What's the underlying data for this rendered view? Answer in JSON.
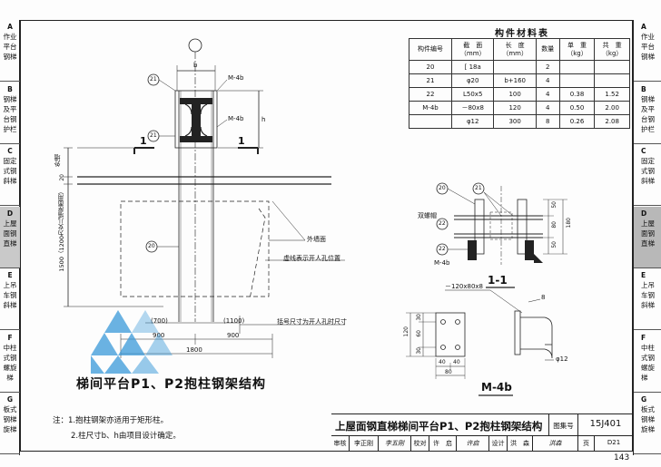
{
  "left_index": [
    {
      "letter": "A",
      "lines": [
        "作业",
        "平台",
        "钢梯"
      ]
    },
    {
      "letter": "B",
      "lines": [
        "钢梯",
        "及平",
        "台钢",
        "护栏"
      ]
    },
    {
      "letter": "C",
      "lines": [
        "固定",
        "式钢",
        "斜梯"
      ]
    },
    {
      "letter": "D",
      "lines": [
        "上屋",
        "面钢",
        "直梯"
      ]
    },
    {
      "letter": "E",
      "lines": [
        "上吊",
        "车钢",
        "斜梯"
      ]
    },
    {
      "letter": "F",
      "lines": [
        "中柱",
        "式钢",
        "螺旋",
        "梯"
      ]
    },
    {
      "letter": "G",
      "lines": [
        "板式",
        "钢梯",
        "旋梯"
      ]
    }
  ],
  "right_index": [
    {
      "letter": "A",
      "lines": [
        "作业",
        "平台",
        "钢梯"
      ]
    },
    {
      "letter": "B",
      "lines": [
        "钢梯",
        "及平",
        "台钢",
        "护栏"
      ]
    },
    {
      "letter": "C",
      "lines": [
        "固定",
        "式钢",
        "斜梯"
      ]
    },
    {
      "letter": "D",
      "lines": [
        "上屋",
        "面钢",
        "直梯"
      ]
    },
    {
      "letter": "E",
      "lines": [
        "上吊",
        "车钢",
        "斜梯"
      ]
    },
    {
      "letter": "F",
      "lines": [
        "中柱",
        "式钢",
        "螺旋",
        "梯"
      ]
    },
    {
      "letter": "G",
      "lines": [
        "板式",
        "钢梯",
        "旋梯"
      ]
    }
  ],
  "active_index_letter": "D",
  "materials": {
    "title": "构件材料表",
    "headers": [
      "构件编号",
      "截　面\n（mm）",
      "长　度\n（mm）",
      "数量",
      "单　重\n（kg）",
      "共　重\n（kg）"
    ],
    "rows": [
      [
        "20",
        "[ 18a",
        "",
        "2",
        "",
        ""
      ],
      [
        "21",
        "φ20",
        "b+160",
        "4",
        "",
        ""
      ],
      [
        "22",
        "L50x5",
        "100",
        "4",
        "0.38",
        "1.52"
      ],
      [
        "M-4b",
        "－80x8",
        "120",
        "4",
        "0.50",
        "2.00"
      ],
      [
        "",
        "φ12",
        "300",
        "8",
        "0.26",
        "2.08"
      ]
    ]
  },
  "elevation": {
    "callout_21a": "21",
    "callout_21b": "21",
    "callout_20": "20",
    "m4b_top": "M-4b",
    "m4b_mid": "M-4b",
    "dim_b": "b",
    "dim_h": "h",
    "section_mark_left": "1",
    "section_mark_right": "1",
    "outer_wall_top": "外墙",
    "dim_20": "20",
    "dim_1500": "1500（1200为女儿墙屋面用）",
    "outer_wall_face": "外墙面",
    "dashed_note": "虚线表示开人孔位置",
    "bracket_note": "括号尺寸为开人孔时尺寸",
    "dim_700": "(700)",
    "dim_1100": "(1100)",
    "dim_900_left": "900",
    "dim_900_right": "900",
    "dim_1800": "1800"
  },
  "section_1_1": {
    "label": "1-1",
    "callout_20": "20",
    "callout_21": "21",
    "callout_22a": "22",
    "callout_22b": "22",
    "double_nut": "双螺帽",
    "m4b": "M-4b",
    "dim_50_top": "50",
    "dim_80": "80",
    "dim_180": "180",
    "dim_50_bot": "50"
  },
  "detail_m4b": {
    "label": "M-4b",
    "plate": "－120x80x8",
    "dim_8": "8",
    "dim_phi12": "φ12",
    "dim_120": "120",
    "dim_30a": "30",
    "dim_60": "60",
    "dim_30b": "30",
    "dim_40a": "40",
    "dim_40b": "40",
    "dim_80": "80"
  },
  "main_title": "梯间平台P1、P2抱柱钢架结构",
  "notes": {
    "prefix": "注：",
    "line1": "1.抱柱钢架亦适用于矩形柱。",
    "line2": "2.柱尺寸b、h由项目设计确定。"
  },
  "title_block": {
    "name": "上屋面钢直梯梯间平台P1、P2抱柱钢架结构",
    "atlas_label": "图集号",
    "atlas_value": "15J401",
    "review_label": "审核",
    "reviewer": "李正刚",
    "reviewer_sign": "李五刚",
    "check_label": "校对",
    "checker": "许　启",
    "checker_sign": "许启",
    "design_label": "设计",
    "designer": "洪　森",
    "designer_sign": "洪森",
    "page_label": "页",
    "page_value": "D21"
  },
  "page_number": "143",
  "colors": {
    "line": "#222222",
    "watermark": "#3a9ad9",
    "active_tab": "#c0c0c0"
  }
}
